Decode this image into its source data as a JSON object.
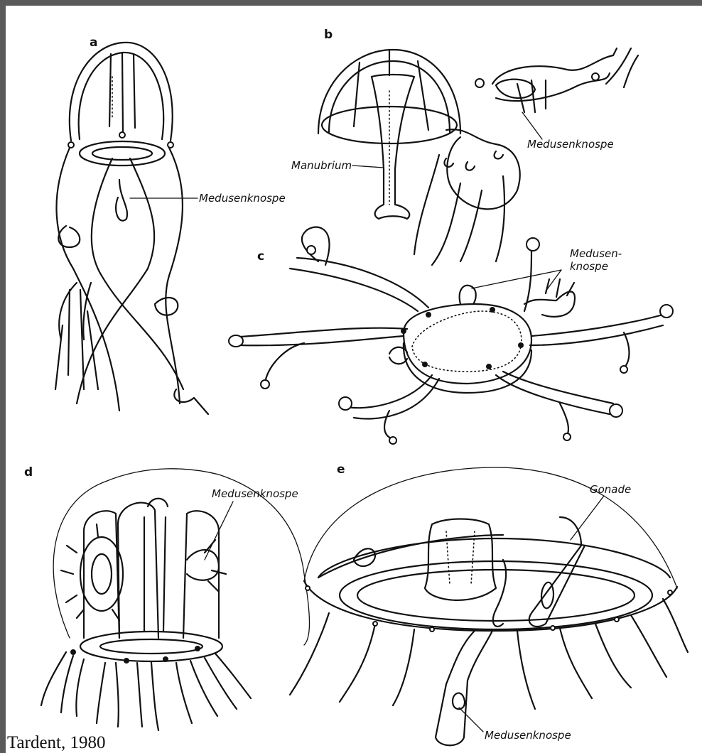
{
  "figure": {
    "panels": {
      "a": "a",
      "b": "b",
      "c": "c",
      "d": "d",
      "e": "e"
    },
    "annotations": {
      "a_medusenknospe": "Medusenknospe",
      "b_medusenknospe": "Medusenknospe",
      "b_manubrium": "Manubrium",
      "c_medusen_line1": "Medusen-",
      "c_medusen_line2": "knospe",
      "d_medusenknospe": "Medusenknospe",
      "e_gonade": "Gonade",
      "e_medusenknospe": "Medusenknospe"
    },
    "credit": "Tardent, 1980"
  }
}
